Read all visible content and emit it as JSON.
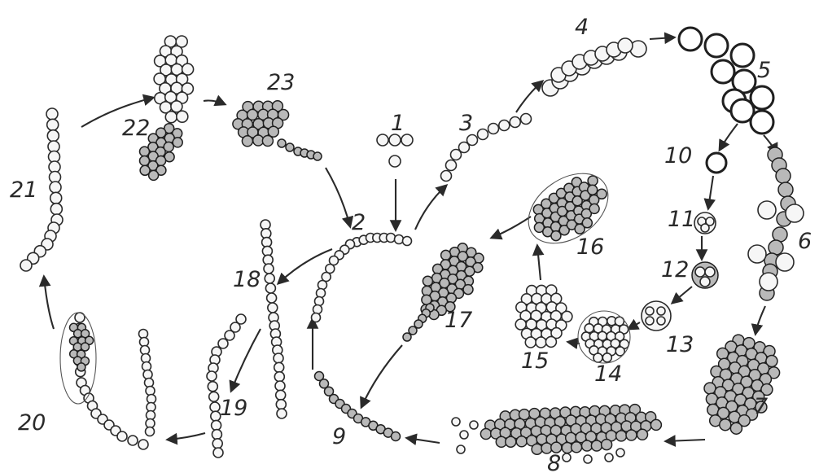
{
  "labels": [
    "1",
    "2",
    "3",
    "4",
    "5",
    "6",
    "7",
    "8",
    "9",
    "10",
    "11",
    "12",
    "13",
    "14",
    "15",
    "16",
    "17",
    "18",
    "19",
    "20",
    "21",
    "22",
    "23"
  ],
  "colors": {
    "ink": "#2a2a2a",
    "background": "#ffffff"
  }
}
